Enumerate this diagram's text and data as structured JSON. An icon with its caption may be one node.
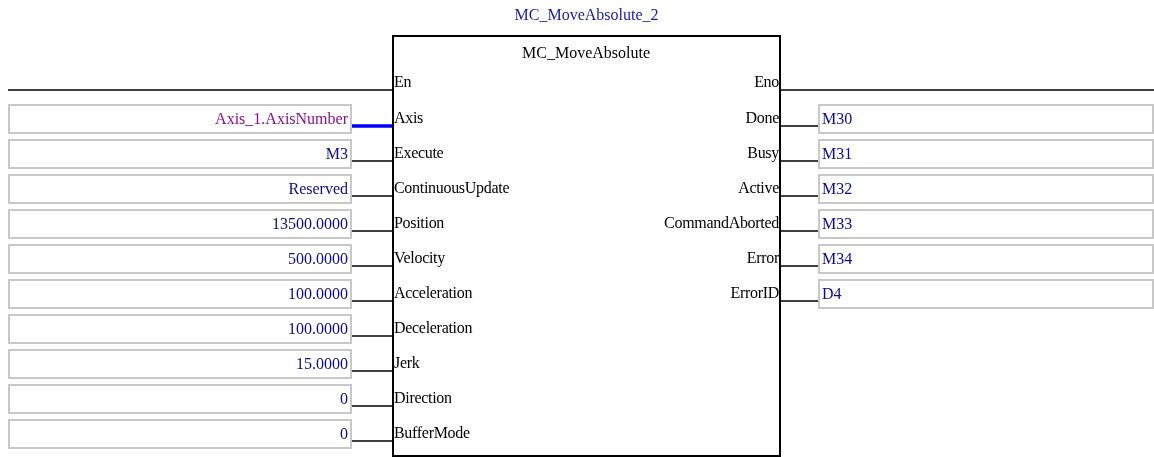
{
  "diagram": {
    "nodes": [
      {
        "text": [
          "MC_MoveAbsolute"
        ],
        "beside": [
          "MC_MoveAbsolute_2"
        ]
      },
      {
        "text": [
          "En"
        ],
        "in": 0
      },
      {
        "text": [
          "Axis"
        ],
        "in": 0
      },
      {
        "text": [
          "Execute"
        ],
        "in": 0
      },
      {
        "text": [
          "ContinuousUpdate"
        ],
        "in": 0
      },
      {
        "text": [
          "Position"
        ],
        "in": 0
      },
      {
        "text": [
          "Velocity"
        ],
        "in": 0
      },
      {
        "text": [
          "Acceleration"
        ],
        "in": 0
      },
      {
        "text": [
          "Deceleration"
        ],
        "in": 0
      },
      {
        "text": [
          "Jerk"
        ],
        "in": 0
      },
      {
        "text": [
          "Direction"
        ],
        "in": 0
      },
      {
        "text": [
          "BufferMode"
        ],
        "in": 0
      },
      {
        "text": [
          "Eno"
        ],
        "in": 0
      },
      {
        "text": [
          "Done"
        ],
        "in": 0
      },
      {
        "text": [
          "Busy"
        ],
        "in": 0
      },
      {
        "text": [
          "Active"
        ],
        "in": 0
      },
      {
        "text": [
          "CommandAborted"
        ],
        "in": 0
      },
      {
        "text": [
          "Error"
        ],
        "in": 0
      },
      {
        "text": [
          "ErrorID"
        ],
        "in": 0
      },
      {
        "text": [
          "Axis_1.AxisNumber"
        ]
      },
      {
        "text": [
          "M3"
        ]
      },
      {
        "text": [
          "Reserved"
        ]
      },
      {
        "text": [
          "13500.0000"
        ]
      },
      {
        "text": [
          "500.0000"
        ]
      },
      {
        "text": [
          "100.0000"
        ]
      },
      {
        "text": [
          "100.0000"
        ]
      },
      {
        "text": [
          "15.0000"
        ]
      },
      {
        "text": [
          "0"
        ]
      },
      {
        "text": [
          "0"
        ]
      },
      {
        "text": [
          "M30"
        ]
      },
      {
        "text": [
          "M31"
        ]
      },
      {
        "text": [
          "M32"
        ]
      },
      {
        "text": [
          "M33"
        ]
      },
      {
        "text": [
          "M34"
        ]
      },
      {
        "text": [
          "D4"
        ]
      }
    ],
    "edges": [
      {
        "from": null,
        "to": 1,
        "arrow": "none"
      },
      {
        "from": 19,
        "to": 2,
        "arrow": "none",
        "style": "thick",
        "color": "#0000ff"
      },
      {
        "from": 20,
        "to": 3,
        "arrow": "none"
      },
      {
        "from": 21,
        "to": 4,
        "arrow": "none"
      },
      {
        "from": 22,
        "to": 5,
        "arrow": "none"
      },
      {
        "from": 23,
        "to": 6,
        "arrow": "none"
      },
      {
        "from": 24,
        "to": 7,
        "arrow": "none"
      },
      {
        "from": 25,
        "to": 8,
        "arrow": "none"
      },
      {
        "from": 26,
        "to": 9,
        "arrow": "none"
      },
      {
        "from": 27,
        "to": 10,
        "arrow": "none"
      },
      {
        "from": 28,
        "to": 11,
        "arrow": "none"
      },
      {
        "from": 12,
        "to": null,
        "arrow": "none"
      },
      {
        "from": 13,
        "to": 29,
        "arrow": "none"
      },
      {
        "from": 14,
        "to": 30,
        "arrow": "none"
      },
      {
        "from": 15,
        "to": 31,
        "arrow": "none"
      },
      {
        "from": 16,
        "to": 32,
        "arrow": "none"
      },
      {
        "from": 17,
        "to": 33,
        "arrow": "none"
      },
      {
        "from": 18,
        "to": 34,
        "arrow": "none"
      }
    ]
  }
}
